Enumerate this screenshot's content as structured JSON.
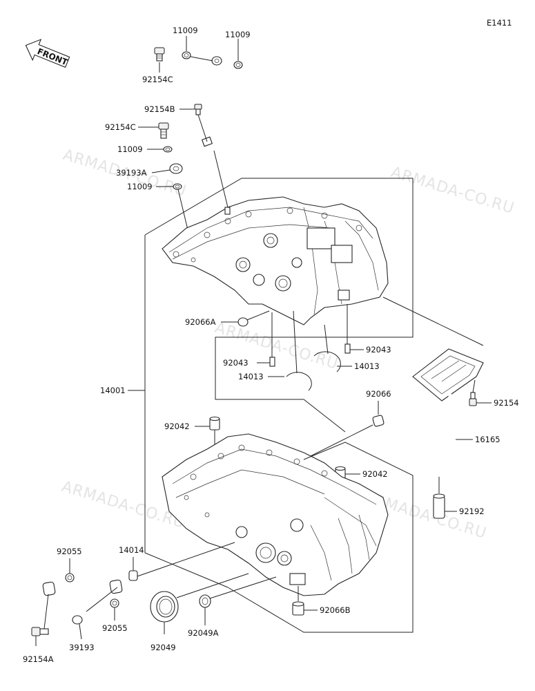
{
  "diagram_code": "E1411",
  "front_label": "FRONT",
  "watermark": "ARMADA-CO.RU",
  "labels": {
    "p11009_top_a": "11009",
    "p11009_top_b": "11009",
    "p92154C_top": "92154C",
    "p92154B": "92154B",
    "p92154C_mid": "92154C",
    "p11009_mid_a": "11009",
    "p39193A": "39193A",
    "p11009_mid_b": "11009",
    "p92066A": "92066A",
    "p92043_a": "92043",
    "p92043_b": "92043",
    "p14013_a": "14013",
    "p14013_b": "14013",
    "p14001": "14001",
    "p92066": "92066",
    "p92154": "92154",
    "p92042_a": "92042",
    "p16165": "16165",
    "p92042_b": "92042",
    "p92192": "92192",
    "p92055_a": "92055",
    "p14014": "14014",
    "p92066B": "92066B",
    "p92055_b": "92055",
    "p39193": "39193",
    "p92049": "92049",
    "p92049A": "92049A",
    "p92154A": "92154A"
  }
}
